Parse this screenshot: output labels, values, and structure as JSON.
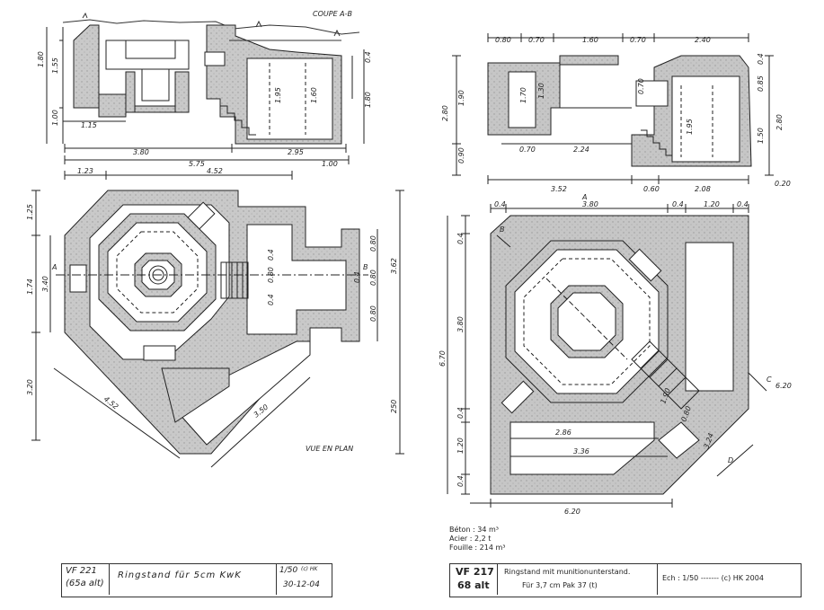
{
  "left_sheet": {
    "section_label": "COUPE A-B",
    "plan_label": "VUE EN PLAN",
    "section_dims": {
      "h_180": "1.80",
      "h_155": "1.55",
      "h_100": "1.00",
      "w_115": "1.15",
      "w_380": "3.80",
      "w_295": "2.95",
      "h_195": "1.95",
      "h_160": "1.60",
      "h_04": "0.4",
      "h_180b": "1.80"
    },
    "plan_dims": {
      "w_575": "5.75",
      "w_100": "1.00",
      "w_123": "1.23",
      "w_452": "4.52",
      "h_125": "1.25",
      "h_174": "1.74",
      "h_340": "3.40",
      "h_320": "3.20",
      "d_452": "4.52",
      "d_350": "3.50",
      "h_250": "250",
      "h_362": "3.62",
      "h_080a": "0.80",
      "h_080b": "0.80",
      "h_080c": "0.80",
      "h_04a": "0.4",
      "h_04b": "0.4",
      "w_080": "0.80",
      "w_04": "0.4",
      "mark_a": "A",
      "mark_b": "B"
    },
    "title_block": {
      "code": "VF 221",
      "alt": "(65a alt)",
      "name": "Ringstand für 5cm KwK",
      "scale": "1/50",
      "author": "(c) HK",
      "date": "30-12-04"
    }
  },
  "right_sheet": {
    "section_dims": {
      "w_080": "0.80",
      "w_070a": "0.70",
      "w_160": "1.60",
      "w_070b": "0.70",
      "w_240": "2.40",
      "h_280": "2.80",
      "h_190": "1.90",
      "h_090": "0.90",
      "h_170": "1.70",
      "h_130": "1.30",
      "h_070": "0.70",
      "h_04": "0.4",
      "h_085": "0.85",
      "h_195": "1.95",
      "h_150": "1.50",
      "h_280b": "2.80",
      "w_070c": "0.70",
      "w_224": "2.24",
      "w_352": "3.52",
      "w_060": "0.60",
      "w_208": "2.08",
      "w_020": "0.20"
    },
    "plan_dims": {
      "w_04a": "0.4",
      "w_380": "3.80",
      "w_04b": "0.4",
      "w_120": "1.20",
      "w_04c": "0.4",
      "h_04a": "0.4",
      "h_380": "3.80",
      "h_670": "6.70",
      "h_04b": "0.4",
      "h_120": "1.20",
      "h_04c": "0.4",
      "w_286": "2.86",
      "w_336": "3.36",
      "w_620": "6.20",
      "d_190": "1.90",
      "d_080": "0.80",
      "d_324": "3.24",
      "d_620": "6.20",
      "mark_a": "A",
      "mark_b": "B",
      "mark_c": "C",
      "mark_d": "D"
    },
    "notes": {
      "beton": "Béton : 34 m³",
      "acier": "Acier : 2,2 t",
      "fouille": "Fouille : 214 m³"
    },
    "title_block": {
      "code": "VF 217",
      "alt": "68 alt",
      "name": "Ringstand mit munitionunterstand.",
      "weapon": "Für 3,7 cm Pak 37 (t)",
      "scale": "Ech : 1/50 ------- (c) HK 2004"
    }
  },
  "colors": {
    "ink": "#222222",
    "concrete": "#c4c4c4",
    "paper": "#ffffff"
  }
}
